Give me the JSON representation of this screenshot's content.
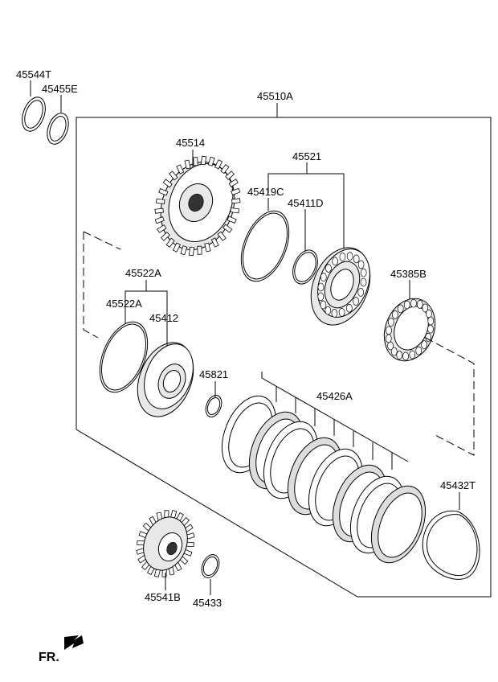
{
  "labels": {
    "p45544T": "45544T",
    "p45455E": "45455E",
    "p45510A": "45510A",
    "p45514": "45514",
    "p45521": "45521",
    "p45419C": "45419C",
    "p45411D": "45411D",
    "p45385B": "45385B",
    "p45522A_top": "45522A",
    "p45522A_sub": "45522A",
    "p45412": "45412",
    "p45821": "45821",
    "p45426A": "45426A",
    "p45432T": "45432T",
    "p45541B": "45541B",
    "p45433": "45433"
  },
  "direction": {
    "label": "FR.",
    "icon": "arrow-icon"
  }
}
